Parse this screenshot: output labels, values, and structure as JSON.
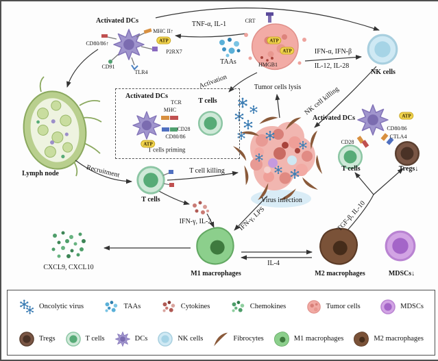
{
  "palette": {
    "virus_blue": "#3f7fb5",
    "taa_blue": "#5ab0d8",
    "cytokine_red": "#b05a54",
    "chemokine_green": "#4e9e6a",
    "tumor_pink": "#f1aaa4",
    "mdsc_purple": "#d2a4e4",
    "treg_brown": "#7a5645",
    "tcell_green": "#57ab77",
    "dc_purple": "#9c8fc9",
    "nk_blue": "#cfe9f4",
    "fibrocyte_brown": "#8a5a3a",
    "m1_green": "#8ccf8c",
    "m2_brown": "#7a5238",
    "atp_yellow": "#f2d54d",
    "lymph_green": "#b9cf8e",
    "arrow": "#333333"
  },
  "diagram": {
    "activated_dcs": "Activated DCs",
    "mhc2_up": "MHC II↑",
    "atp": "ATP",
    "cd8086_up": "CD80/86↑",
    "p2rx7": "P2RX7",
    "cd91": "CD91",
    "tlr4": "TLR4",
    "tnf_il1": "TNF-α, IL-1",
    "crt": "CRT",
    "taas": "TAAs",
    "hmgb1": "HMGB1",
    "ifn_ab": "IFN-α, IFN-β",
    "il12_il28": "IL-12, IL-28",
    "nk_cells": "NK cells",
    "tumor_cells_lysis": "Tumor cells lysis",
    "activation": "Activation",
    "tcr": "TCR",
    "mhc": "MHC",
    "t_cells": "T cells",
    "cd28": "CD28",
    "cd8086": "CD80/86",
    "t_cells_priming": "T cells priming",
    "nk_cell_killing": "NK cell killing",
    "ctla4": "CTLA4",
    "tregs_down": "Tregs↓",
    "lymph_node": "Lymph node",
    "recruitment": "Recruitment",
    "t_cell_killing": "T cell killing",
    "virus_infection": "Virus infection",
    "ifng_il2": "IFN-γ, IL-2",
    "ifng_lps": "IFN-γ, LPS",
    "tgfb_il10": "TGF-β, IL-10",
    "cxcl9_cxcl10": "CXCL9, CXCL10",
    "m1_macrophages": "M1 macrophages",
    "il4": "IL-4",
    "m2_macrophages": "M2 macrophages",
    "mdscs_down": "MDSCs↓"
  },
  "legend": {
    "row1": [
      {
        "label": "Oncolytic virus"
      },
      {
        "label": "TAAs"
      },
      {
        "label": "Cytokines"
      },
      {
        "label": "Chemokines"
      },
      {
        "label": "Tumor cells"
      },
      {
        "label": "MDSCs"
      }
    ],
    "row2": [
      {
        "label": "Tregs"
      },
      {
        "label": "T cells"
      },
      {
        "label": "DCs"
      },
      {
        "label": "NK cells"
      },
      {
        "label": "Fibrocytes"
      },
      {
        "label": "M1 macrophages"
      },
      {
        "label": "M2 macrophages"
      }
    ]
  }
}
